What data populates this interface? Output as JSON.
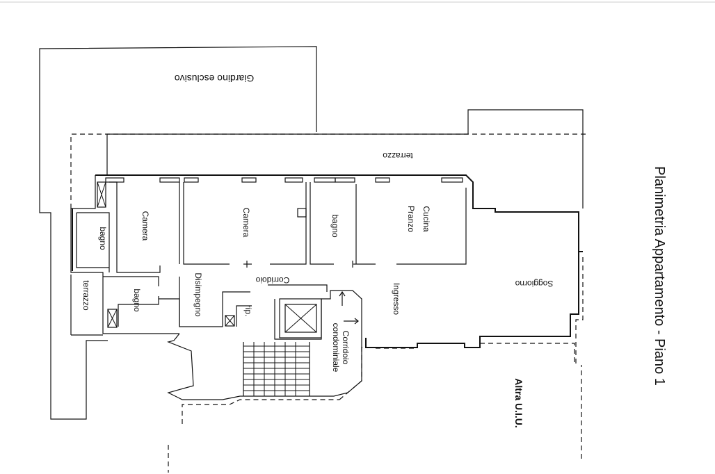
{
  "title": "Planimetria Appartamento - Piano 1",
  "labels": {
    "giardino": "Giardino esclusivo",
    "terrazzo_top": "terrazzo",
    "terrazzo_left": "terrazzo",
    "camera_1": "Camera",
    "camera_2": "Camera",
    "bagno_1": "bagno",
    "bagno_2": "bagno",
    "bagno_3": "bagno",
    "cucina": "Cucina",
    "pranzo": "Pranzo",
    "soggiorno": "Soggiorno",
    "corridoio": "Corridoio",
    "disimpegno": "Disimpegno",
    "ingresso": "Ingresso",
    "rip": "rip.",
    "corridoio_cond": "Corridoio",
    "condominiale": "condominiale",
    "altra_uiu": "Altra U.I.U."
  }
}
